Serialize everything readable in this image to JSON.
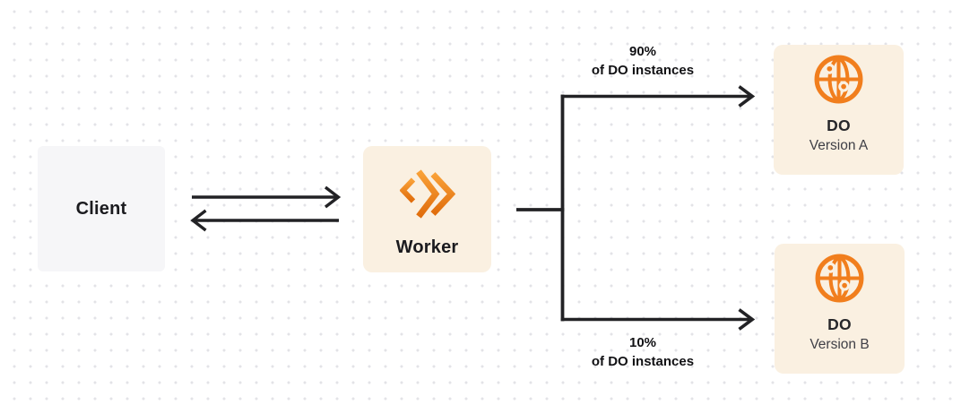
{
  "diagram": {
    "nodes": {
      "client": {
        "label": "Client"
      },
      "worker": {
        "label": "Worker",
        "icon": "cloudflare-workers-icon"
      },
      "do_version_a": {
        "title": "DO",
        "subtitle": "Version A",
        "icon": "globe-icon"
      },
      "do_version_b": {
        "title": "DO",
        "subtitle": "Version B",
        "icon": "globe-icon"
      }
    },
    "edges": {
      "client_to_worker": {
        "type": "request-arrow"
      },
      "worker_to_client": {
        "type": "response-arrow"
      },
      "top_branch": {
        "percent": "90%",
        "caption": "of DO instances"
      },
      "bottom_branch": {
        "percent": "10%",
        "caption": "of DO instances"
      }
    },
    "colors": {
      "accent_orange": "#F6821F",
      "node_cream_bg": "#FAF0E1",
      "client_gray_bg": "#F6F6F8",
      "line_dark": "#222225",
      "dot_grid": "#E3E3E7"
    }
  }
}
